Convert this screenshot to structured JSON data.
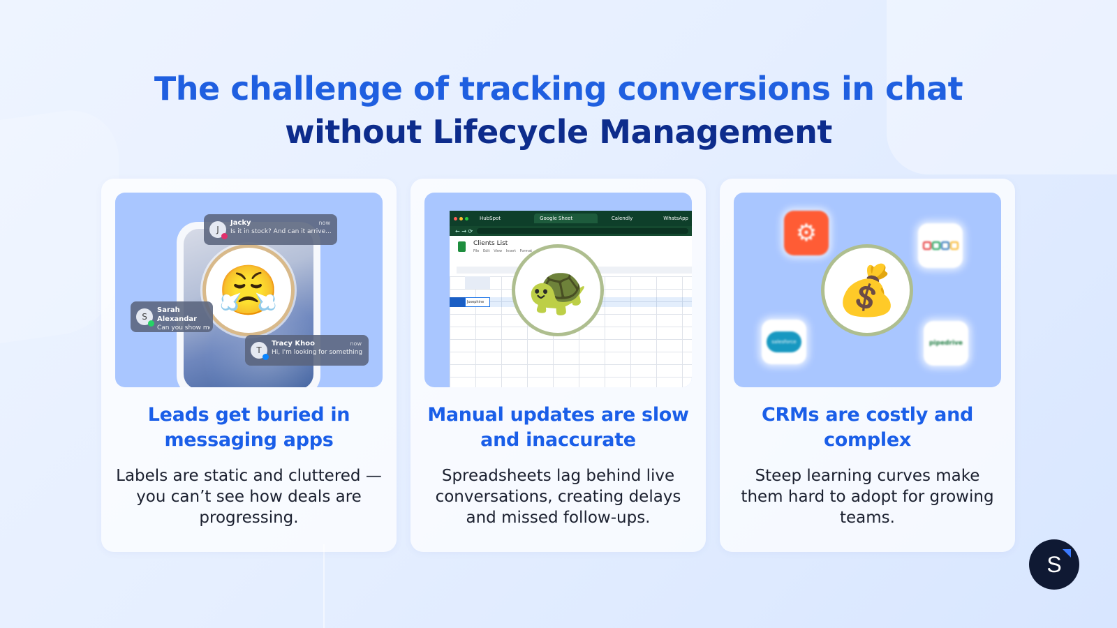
{
  "headline": {
    "line1": "The challenge of tracking conversions in chat",
    "line2": "without Lifecycle Management"
  },
  "colors": {
    "headline_accent": "#1f5fe0",
    "headline_dark": "#0d2c8c",
    "card_title": "#1a5ee8",
    "illustration_bg": "#a9c6ff"
  },
  "cards": [
    {
      "title": "Leads get buried in messaging apps",
      "description": "Labels are static and cluttered — you can’t see how deals are progressing.",
      "emoji": "😤",
      "notifications": [
        {
          "initial": "J",
          "name": "Jacky",
          "message": "Is it in stock? And can it arrive...",
          "time": "now"
        },
        {
          "initial": "S",
          "name": "Sarah Alexandar",
          "message": "Can you show me the"
        },
        {
          "initial": "T",
          "name": "Tracy Khoo",
          "message": "Hi, I'm looking for something ...",
          "time": "now"
        }
      ]
    },
    {
      "title": "Manual updates are slow and inaccurate",
      "description": "Spreadsheets lag behind live conversations, creating delays and missed follow-ups.",
      "emoji": "🐢",
      "browser": {
        "tabs": [
          "HubSpot",
          "Google Sheet",
          "Calendly",
          "WhatsApp"
        ],
        "sheet_name": "Clients List",
        "menu": "File Edit View Insert Format",
        "selected_cell": "Josephine"
      }
    },
    {
      "title": "CRMs are costly and complex",
      "description": "Steep learning curves make them hard to adopt for growing teams.",
      "emoji": "💰",
      "logos": [
        {
          "name": "hubspot",
          "icon": "hubspot-icon"
        },
        {
          "name": "zoho",
          "icon": "zoho-icon"
        },
        {
          "name": "salesforce",
          "label": "salesforce"
        },
        {
          "name": "pipedrive",
          "label": "pipedrive"
        }
      ]
    }
  ],
  "brand": {
    "letter": "S"
  }
}
